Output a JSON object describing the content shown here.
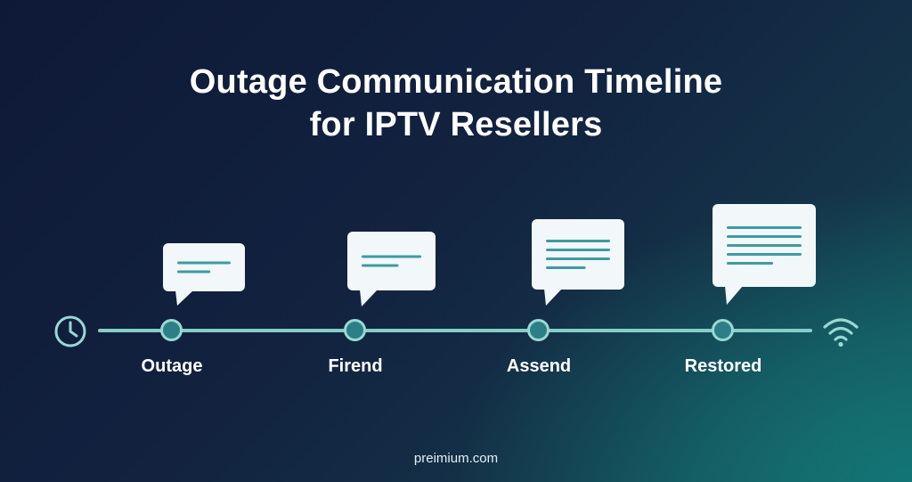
{
  "title": {
    "line1": "Outage Communication Timeline",
    "line2": "for IPTV Resellers"
  },
  "start_icon": "clock-icon",
  "end_icon": "wifi-icon",
  "stages": [
    {
      "label": "Outage",
      "message_lines": 2
    },
    {
      "label": "Firend",
      "message_lines": 2
    },
    {
      "label": "Assend",
      "message_lines": 4
    },
    {
      "label": "Restored",
      "message_lines": 5
    }
  ],
  "colors": {
    "track": "#86cdca",
    "node_fill": "#2d7f86",
    "node_ring": "#98d8d3",
    "bubble": "#f2f7fa",
    "bubble_lines": "#3f9ba1"
  },
  "footer": "preimium.com"
}
